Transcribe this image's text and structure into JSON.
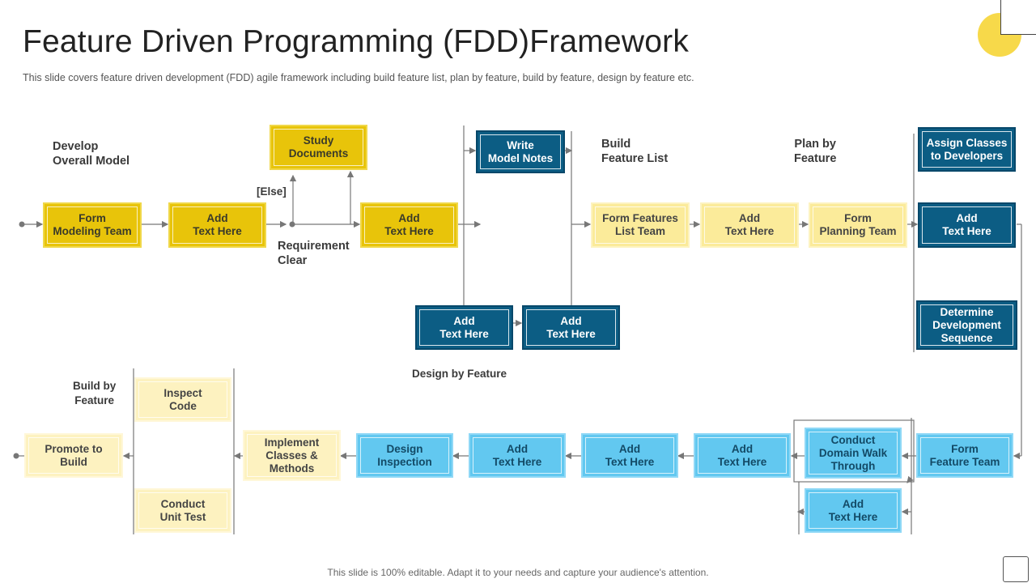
{
  "slide": {
    "title": "Feature Driven Programming (FDD)Framework",
    "subtitle": "This slide covers feature driven  development  (FDD)  agile framework  including  build feature  list,  plan by feature,  build by feature,  design by feature etc.",
    "footer": "This slide is 100% editable. Adapt it to your needs and capture your audience's attention."
  },
  "labels": {
    "develop_overall_model": "Develop\nOverall Model",
    "else": "[Else]",
    "requirement_clear": "Requirement\nClear",
    "build_feature_list": "Build\nFeature List",
    "plan_by_feature": "Plan by\nFeature",
    "design_by_feature": "Design by Feature",
    "build_by_feature": "Build by\nFeature"
  },
  "boxes": {
    "form_modeling_team": "Form\nModeling Team",
    "add_text_1": "Add\nText Here",
    "study_documents": "Study\nDocuments",
    "add_text_2": "Add\nText Here",
    "write_model_notes": "Write\nModel Notes",
    "add_text_navy_1": "Add\nText Here",
    "add_text_navy_2": "Add\nText Here",
    "form_features_list_team": "Form Features\nList Team",
    "add_text_3": "Add\nText Here",
    "form_planning_team": "Form\nPlanning Team",
    "assign_classes": "Assign Classes\nto Developers",
    "add_text_navy_3": "Add\nText Here",
    "determine_sequence": "Determine\nDevelopment\nSequence",
    "form_feature_team": "Form\nFeature Team",
    "conduct_domain_walk": "Conduct\nDomain Walk\nThrough",
    "add_text_sky_1": "Add\nText Here",
    "add_text_sky_2": "Add\nText Here",
    "add_text_sky_3": "Add\nText Here",
    "add_text_sky_4": "Add\nText Here",
    "design_inspection": "Design\nInspection",
    "implement_classes": "Implement\nClasses  &\nMethods",
    "inspect_code": "Inspect\nCode",
    "conduct_unit_test": "Conduct\nUnit Test",
    "promote_to_build": "Promote to\nBuild"
  },
  "colors": {
    "gold": "#e8c40a",
    "lemon": "#fbeb9a",
    "navy": "#0c5d84",
    "sky": "#62c8f0",
    "cream": "#fdf2c0",
    "accent_circle": "#f7d94a",
    "connector": "#777777"
  }
}
